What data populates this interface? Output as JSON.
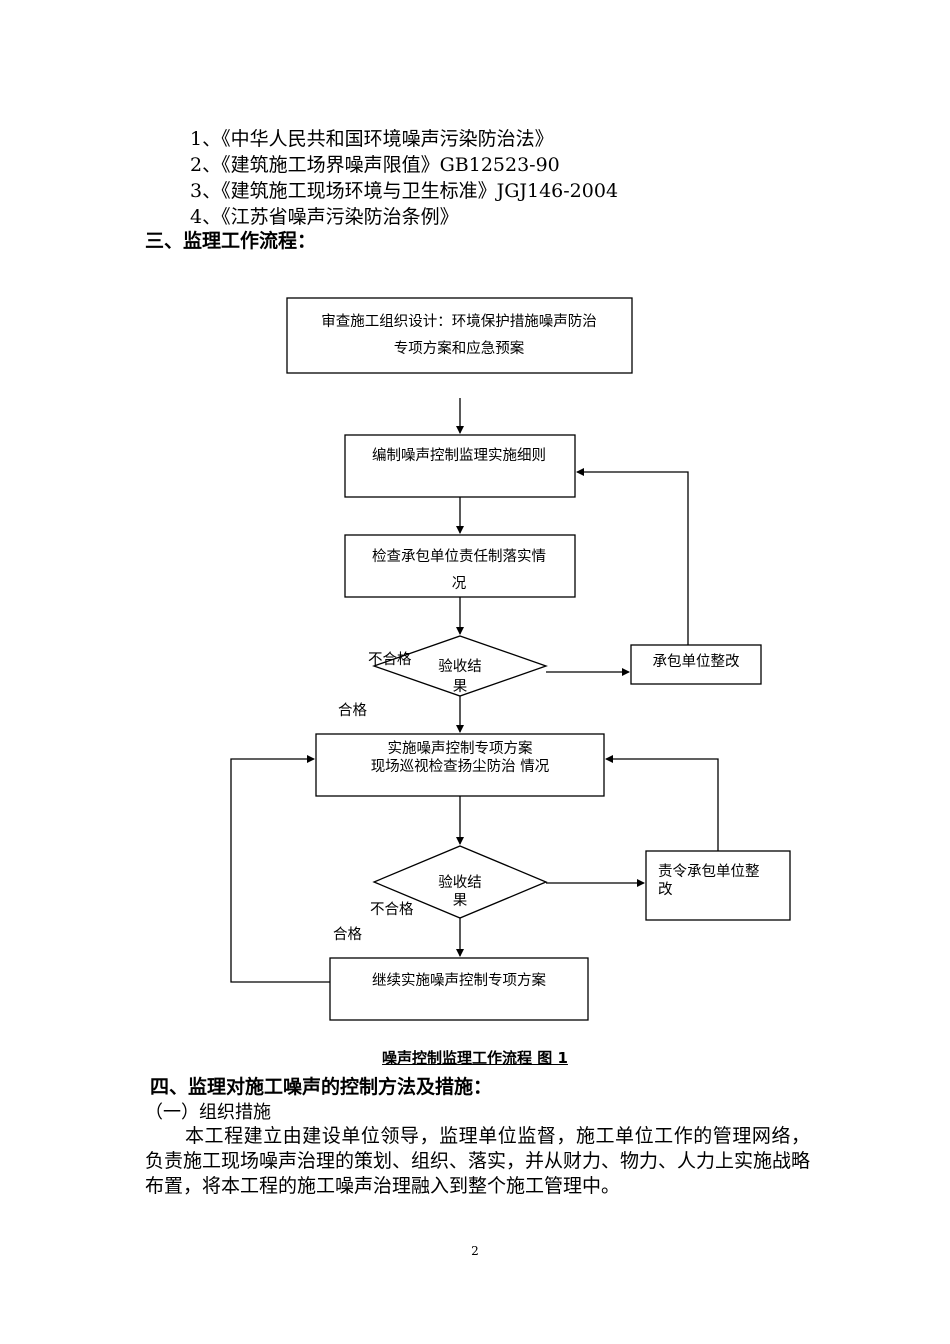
{
  "references": [
    "1、《中华人民共和国环境噪声污染防治法》",
    "2、《建筑施工场界噪声限值》GB12523-90",
    "3、《建筑施工现场环境与卫生标准》JGJ146-2004",
    "4、《江苏省噪声污染防治条例》"
  ],
  "section3_title": "三、监理工作流程：",
  "flow": {
    "box1_line1": "审查施工组织设计：环境保护措施噪声防治",
    "box1_line2": "专项方案和应急预案",
    "box2": "编制噪声控制监理实施细则",
    "box3_line1": "检查承包单位责任制落实情",
    "box3_line2": "况",
    "diamond1_line1": "验收结",
    "diamond1_line2": "果",
    "fail1": "不合格",
    "rectify1": "承包单位整改",
    "pass1": "合格",
    "box4_line1": "实施噪声控制专项方案",
    "box4_line2": "现场巡视检查扬尘防治 情况",
    "diamond2_line1": "验收结",
    "diamond2_line2": "果",
    "rectify2_line1": "责令承包单位整",
    "rectify2_line2": "改",
    "fail2": "不合格",
    "pass2": "合格",
    "box5": "继续实施噪声控制专项方案"
  },
  "caption": "噪声控制监理工作流程 图 1",
  "section4_title": "四、监理对施工噪声的控制方法及措施：",
  "subsection1": "（一）组织措施",
  "paragraph": "本工程建立由建设单位领导，监理单位监督，施工单位工作的管理网络，负责施工现场噪声治理的策划、组织、落实，并从财力、物力、人力上实施战略布置，将本工程的施工噪声治理融入到整个施工管理中。",
  "page_number": "2"
}
